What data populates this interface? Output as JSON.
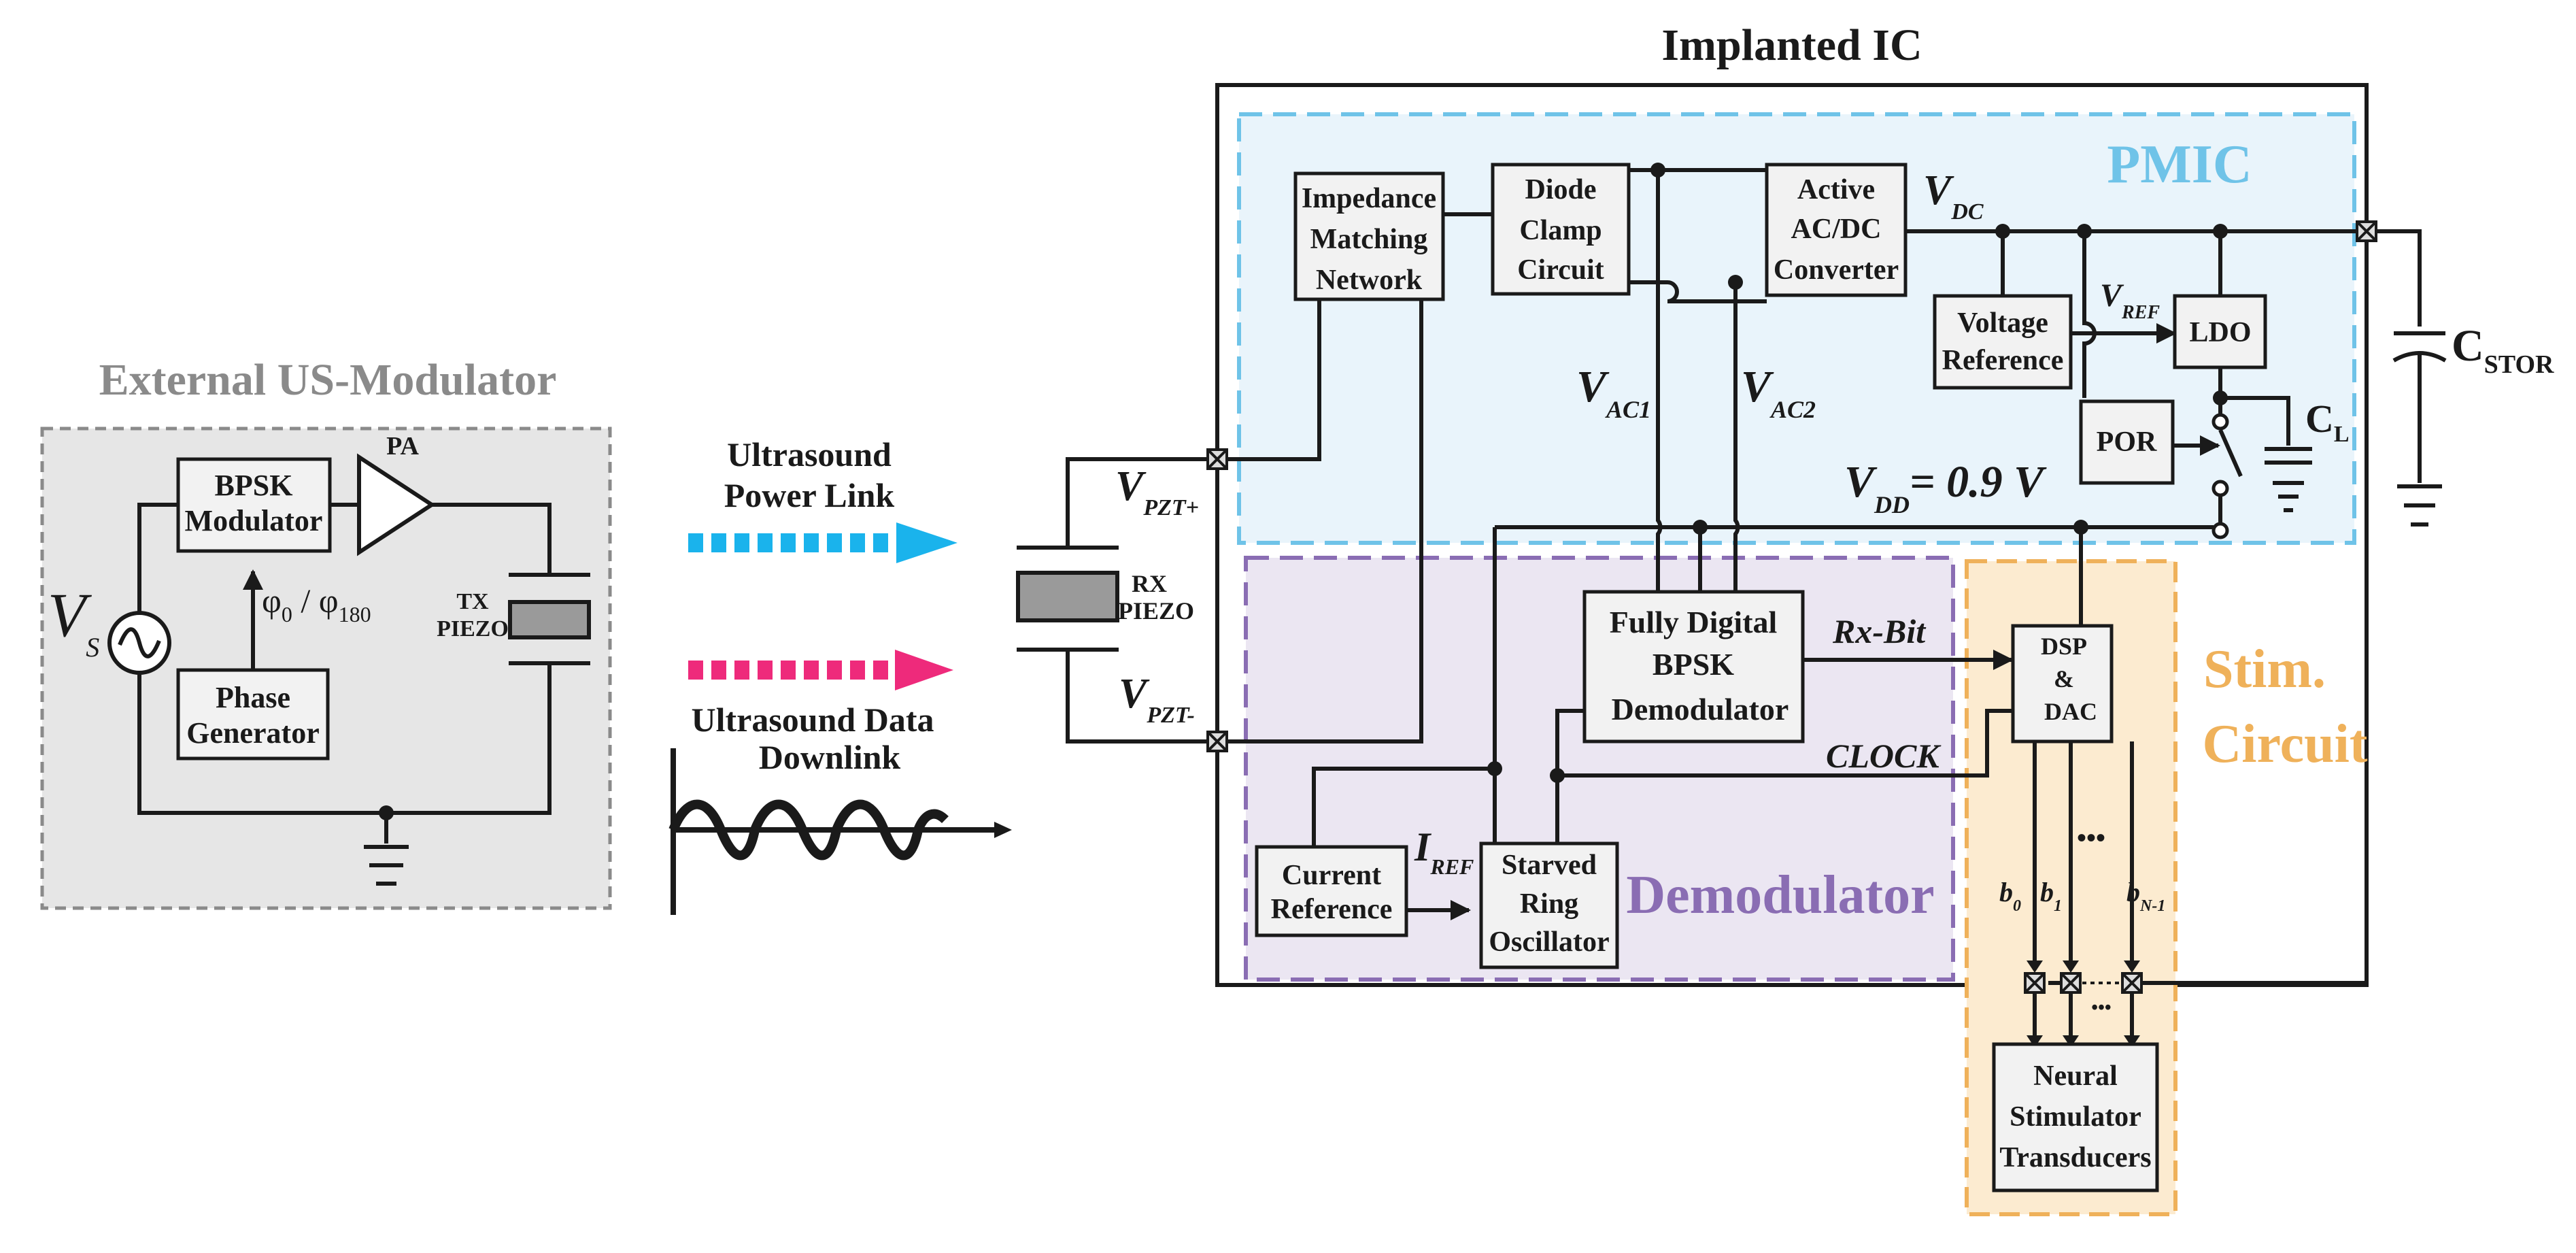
{
  "title": "Implanted IC",
  "colors": {
    "pmic": "#6fc3e8",
    "pmic_fill": "#e9f4fb",
    "demod": "#8a6db3",
    "demod_fill": "#ebe6f2",
    "stim": "#efb15a",
    "stim_fill": "#fcebd0",
    "external": "#8a8a8a",
    "external_fill": "#e6e6e6",
    "power_arrow": "#1ab3ec",
    "data_arrow": "#ee2a7b"
  },
  "external": {
    "title": "External US-Modulator",
    "bpsk_line1": "BPSK",
    "bpsk_line2": "Modulator",
    "pa": "PA",
    "phase_line1": "Phase",
    "phase_line2": "Generator",
    "phi0": "φ",
    "phi0_sub": "0",
    "phi_sep": " / φ",
    "phi180_sub": "180",
    "vs": "V",
    "vs_sub": "S",
    "tx_line1": "TX",
    "tx_line2": "PIEZO"
  },
  "links": {
    "power_line1": "Ultrasound",
    "power_line2": "Power Link",
    "data_line1": "Ultrasound Data",
    "data_line2": "Downlink"
  },
  "rx": {
    "line1": "RX",
    "line2": "PIEZO",
    "vpzt_plus": "V",
    "vpzt_plus_sub": "PZT+",
    "vpzt_minus": "V",
    "vpzt_minus_sub": "PZT-"
  },
  "pmic": {
    "label": "PMIC",
    "imn_line1": "Impedance",
    "imn_line2": "Matching",
    "imn_line3": "Network",
    "clamp_line1": "Diode",
    "clamp_line2": "Clamp",
    "clamp_line3": "Circuit",
    "acdc_line1": "Active",
    "acdc_line2": "AC/DC",
    "acdc_line3": "Converter",
    "vdc": "V",
    "vdc_sub": "DC",
    "vref_line1": "Voltage",
    "vref_line2": "Reference",
    "vref": "V",
    "vref_sub": "REF",
    "ldo": "LDO",
    "por": "POR",
    "cl": "C",
    "cl_sub": "L",
    "vac1": "V",
    "vac1_sub": "AC1",
    "vac2": "V",
    "vac2_sub": "AC2",
    "vdd": "V",
    "vdd_sub": "DD",
    "vdd_value": "= 0.9 V",
    "cstor": "C",
    "cstor_sub": "STOR"
  },
  "demod": {
    "label": "Demodulator",
    "bpsk_line1": "Fully Digital",
    "bpsk_line2": "BPSK",
    "bpsk_line3": "Demodulator",
    "rxbit": "Rx-Bit",
    "clock": "CLOCK",
    "cref_line1": "Current",
    "cref_line2": "Reference",
    "iref": "I",
    "iref_sub": "REF",
    "ring_line1": "Starved",
    "ring_line2": "Ring",
    "ring_line3": "Oscillator"
  },
  "stim": {
    "label_line1": "Stim.",
    "label_line2": "Circuit",
    "dsp_line1": "DSP",
    "dsp_line2": "&",
    "dsp_line3": "DAC",
    "b0": "b",
    "b0_sub": "0",
    "b1": "b",
    "b1_sub": "1",
    "bn": "b",
    "bn_sub": "N-1",
    "ellipsis": "•••",
    "ellipsis_small": "•••",
    "neural_line1": "Neural",
    "neural_line2": "Stimulator",
    "neural_line3": "Transducers"
  }
}
